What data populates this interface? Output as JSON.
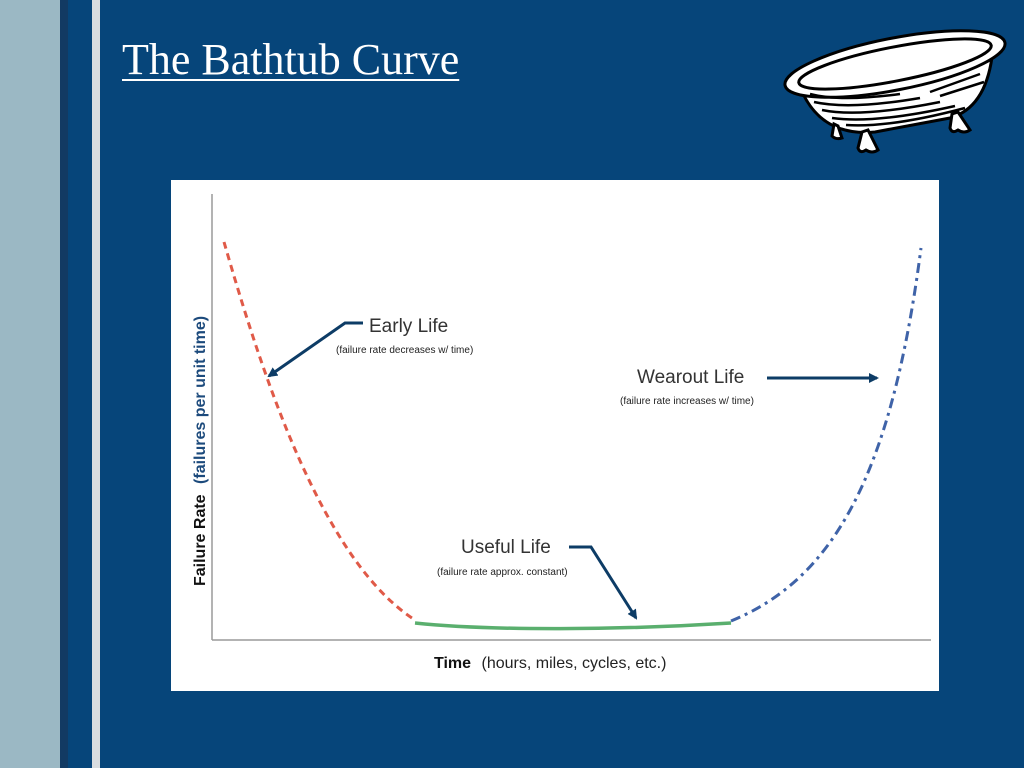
{
  "slide": {
    "title": "The Bathtub Curve",
    "colors": {
      "background": "#06457a",
      "stripe_light": "#9bb8c4",
      "stripe_dark": "#123a63"
    },
    "decoration": "bathtub-icon"
  },
  "chart_data": {
    "type": "line",
    "ylabel_bold": "Failure Rate",
    "ylabel_paren": "(failures per unit time)",
    "xlabel_bold": "Time",
    "xlabel_rest": "(hours, miles, cycles, etc.)",
    "series": [
      {
        "phase": "early",
        "style": "dashed",
        "color": "#e05a48"
      },
      {
        "phase": "useful",
        "style": "solid",
        "color": "#5aaf6e"
      },
      {
        "phase": "wearout",
        "style": "dash-dot",
        "color": "#3f63a8"
      }
    ],
    "annotations": {
      "early": {
        "label": "Early Life",
        "sub": "(failure rate decreases w/ time)"
      },
      "wearout": {
        "label": "Wearout Life",
        "sub": "(failure rate increases w/ time)"
      },
      "useful": {
        "label": "Useful Life",
        "sub": "(failure rate approx. constant)"
      }
    }
  }
}
